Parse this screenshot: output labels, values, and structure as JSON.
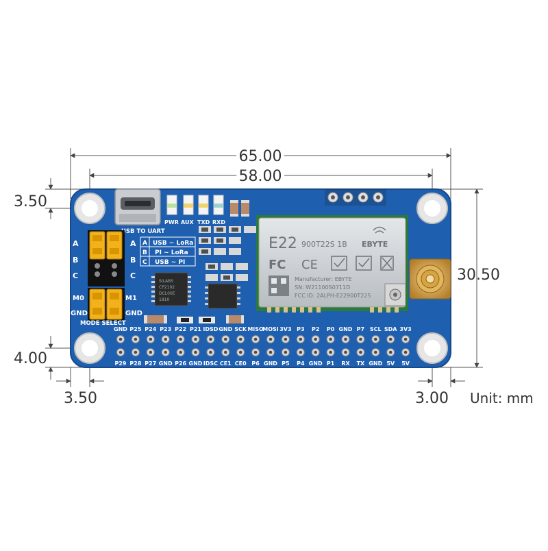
{
  "dimensions": {
    "overall_width": "65.00",
    "hole_spacing": "58.00",
    "top_offset": "3.50",
    "height": "30.50",
    "bottom_offset": "4.00",
    "left_offset": "3.50",
    "right_offset": "3.00",
    "unit": "Unit: mm"
  },
  "board": {
    "usb_label": "USB TO UART",
    "led_labels": [
      "PWR",
      "AUX",
      "TXD",
      "RXD"
    ],
    "jumper_rows": [
      "A",
      "B",
      "C"
    ],
    "mode_pins": [
      "M0",
      "M1",
      "GND",
      "GND"
    ],
    "mode_select": "MODE SELECT",
    "mode_table": [
      {
        "key": "A",
        "value": "USB ~ LoRa"
      },
      {
        "key": "B",
        "value": "PI ~ LoRa"
      },
      {
        "key": "C",
        "value": "USB ~ PI"
      }
    ],
    "chip_text": [
      "SILABS",
      "CP2102",
      "DCL00E",
      "1810"
    ],
    "module": {
      "model": "E22",
      "submodel": "900T22S 1B",
      "brand": "EBYTE",
      "manufacturer": "Manufacturer: EBYTE",
      "sn": "SN: W21100S0711D",
      "fcc_id": "FCC ID: 2ALPH-E22900T22S",
      "fc": "FC",
      "ce": "CE"
    },
    "gpio_top": [
      "GND",
      "P25",
      "P24",
      "P23",
      "P22",
      "P21",
      "IDSD",
      "GND",
      "SCK",
      "MISO",
      "MOSI",
      "3V3",
      "P3",
      "P2",
      "P0",
      "GND",
      "P7",
      "SCL",
      "SDA",
      "3V3"
    ],
    "gpio_bottom": [
      "P29",
      "P28",
      "P27",
      "GND",
      "P26",
      "GND",
      "IDSC",
      "CE1",
      "CE0",
      "P6",
      "GND",
      "P5",
      "P4",
      "GND",
      "P1",
      "RX",
      "TX",
      "GND",
      "5V",
      "5V"
    ]
  },
  "colors": {
    "pcb": "#1f5fb0",
    "jumper": "#f2b21c",
    "module": "#cdd2d6",
    "gold": "#d4a24a"
  }
}
